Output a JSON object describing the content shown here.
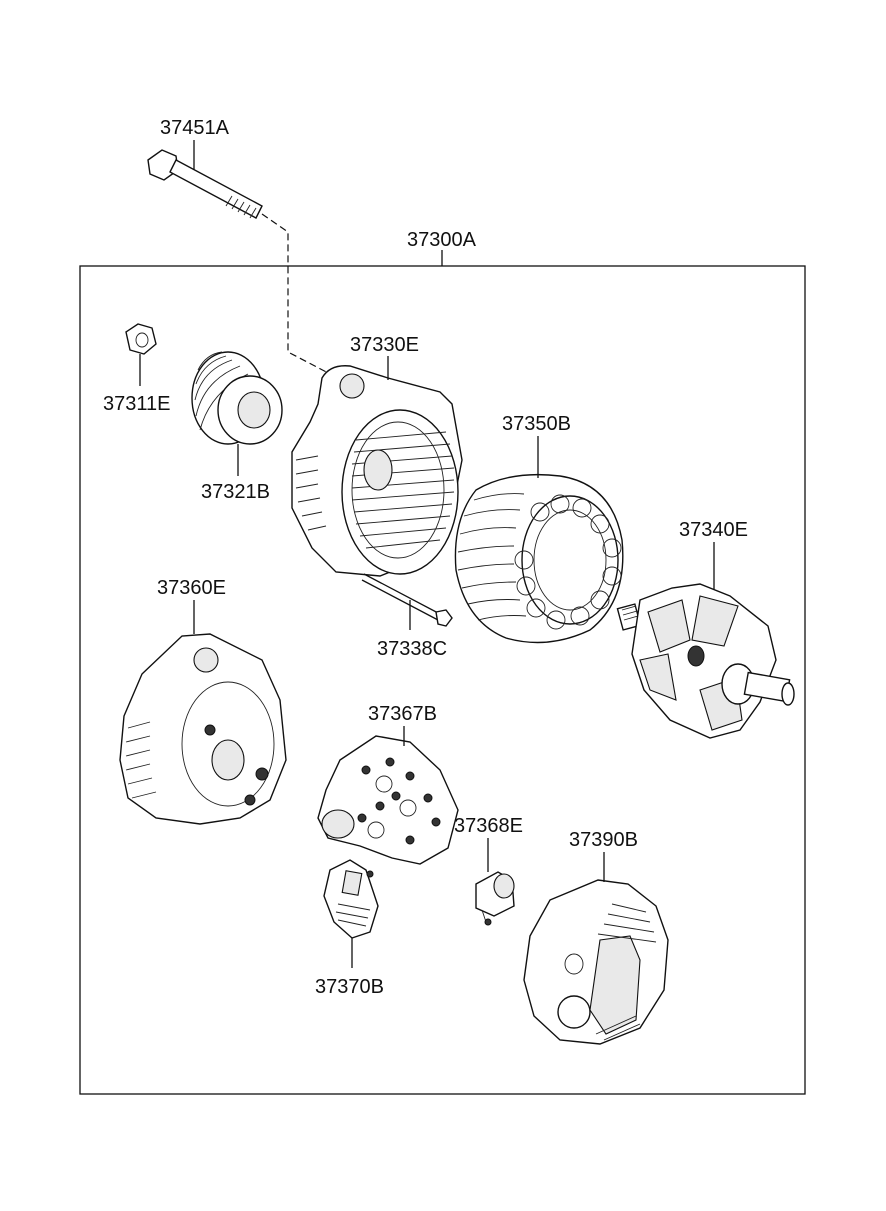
{
  "parts": [
    {
      "id": "bolt",
      "number": "37451A"
    },
    {
      "id": "assembly",
      "number": "37300A"
    },
    {
      "id": "nut",
      "number": "37311E"
    },
    {
      "id": "pulley",
      "number": "37321B"
    },
    {
      "id": "front-bracket",
      "number": "37330E"
    },
    {
      "id": "stator",
      "number": "37350B"
    },
    {
      "id": "rotor",
      "number": "37340E"
    },
    {
      "id": "through-bolt",
      "number": "37338C"
    },
    {
      "id": "rear-bracket",
      "number": "37360E"
    },
    {
      "id": "rectifier",
      "number": "37367B"
    },
    {
      "id": "regulator",
      "number": "37370B"
    },
    {
      "id": "brush-holder",
      "number": "37368E"
    },
    {
      "id": "rear-cover",
      "number": "37390B"
    }
  ]
}
